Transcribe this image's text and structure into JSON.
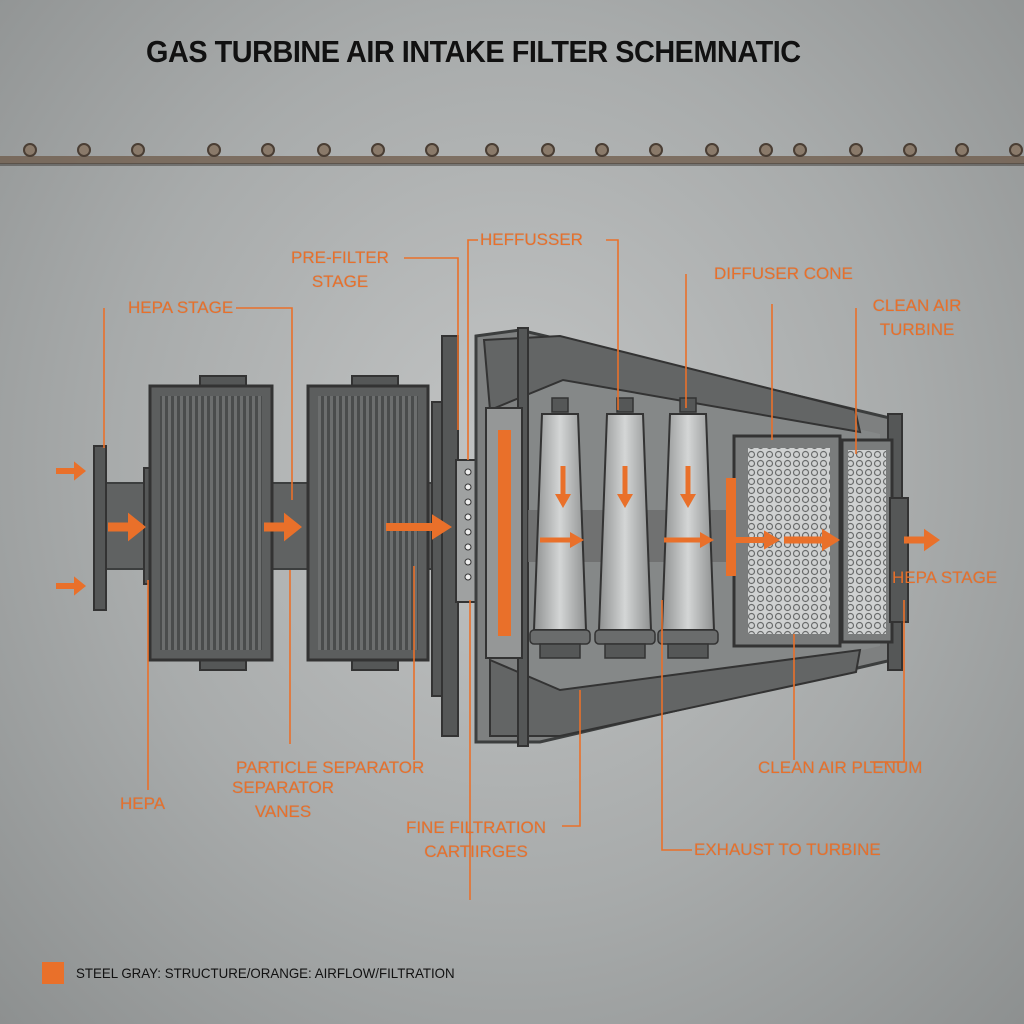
{
  "title": "GAS TURBINE AIR INTAKE FILTER SCHEMNATIC",
  "colors": {
    "accent": "#e9702a",
    "structure": "#5e6060",
    "structure_dark": "#3c3e3e",
    "panel": "#8f9191",
    "filter_media": "#b8baba",
    "background": "#a9acac",
    "rust": "#7a5a3a"
  },
  "labels": {
    "pre_filter_stage": "PRE-FILTER\nSTAGE",
    "heffusser": "HEFFUSSER",
    "diffuser_cone": "DIFFUSER CONE",
    "hepa_stage_top": "HEPA STAGE",
    "clean_air_turbine": "CLEAN AIR\nTURBINE",
    "hepa_stage_right": "HEPA STAGE",
    "particle_separator": "PARTICLE SEPARATOR",
    "separator_vanes": "SEPARATOR\nVANES",
    "hepa": "HEPA",
    "fine_filtration": "FINE FILTRATION\nCARTIIRGES",
    "clean_air_plenum": "CLEAN AIR PLENUM",
    "exhaust_to_turbine": "EXHAUST TO TURBINE"
  },
  "legend": {
    "text": "STEEL GRAY: STRUCTURE/ORANGE: AIRFLOW/FILTRATION"
  }
}
